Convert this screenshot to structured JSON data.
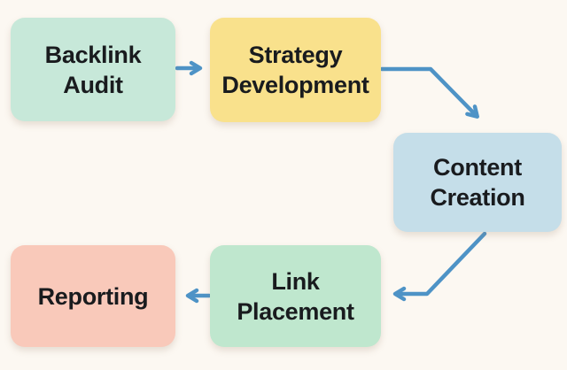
{
  "diagram": {
    "type": "flowchart",
    "background_color": "#fcf8f2",
    "arrow_color": "#4e93c6",
    "text_color": "#191b1e",
    "nodes": [
      {
        "id": "backlink-audit",
        "label": "Backlink Audit",
        "line1": "Backlink",
        "line2": "Audit",
        "color": "#c7e8d9"
      },
      {
        "id": "strategy-development",
        "label": "Strategy Development",
        "line1": "Strategy",
        "line2": "Development",
        "color": "#f9e18c"
      },
      {
        "id": "content-creation",
        "label": "Content Creation",
        "line1": "Content",
        "line2": "Creation",
        "color": "#c5dee9"
      },
      {
        "id": "link-placement",
        "label": "Link Placement",
        "line1": "Link",
        "line2": "Placement",
        "color": "#bfe7ce"
      },
      {
        "id": "reporting",
        "label": "Reporting",
        "line1": "Reporting",
        "line2": "",
        "color": "#f9c9ba"
      }
    ],
    "edges": [
      {
        "from": "backlink-audit",
        "to": "strategy-development"
      },
      {
        "from": "strategy-development",
        "to": "content-creation"
      },
      {
        "from": "content-creation",
        "to": "link-placement"
      },
      {
        "from": "link-placement",
        "to": "reporting"
      }
    ]
  }
}
